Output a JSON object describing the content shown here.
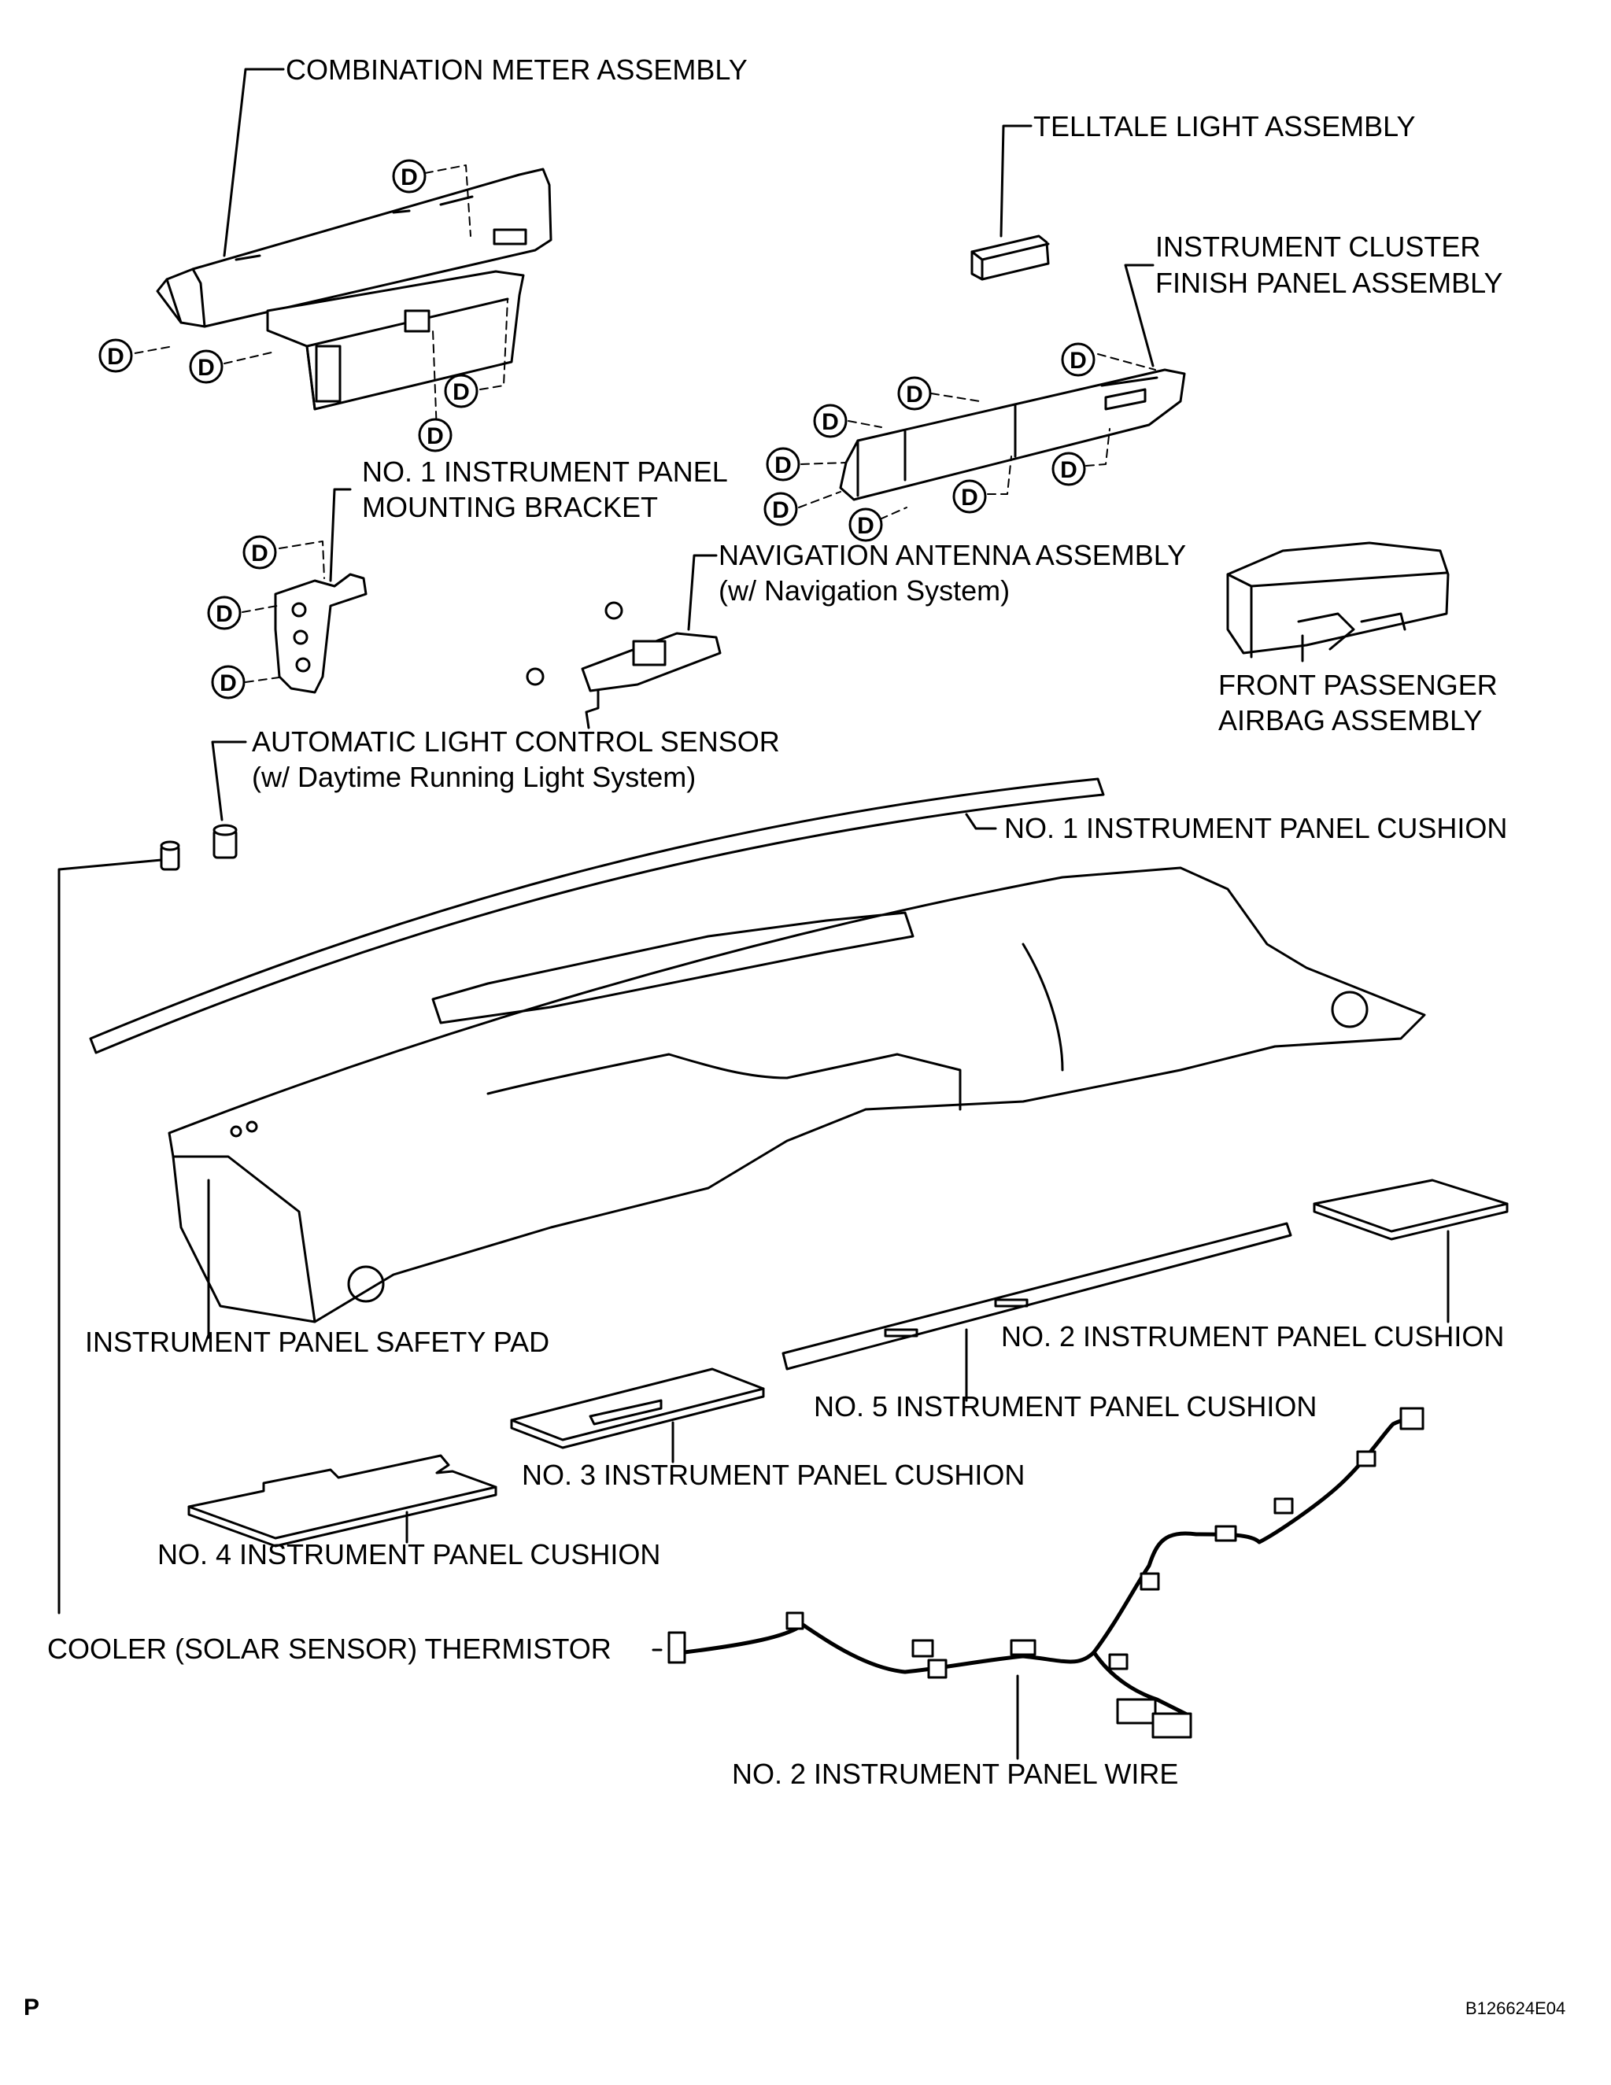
{
  "labels": {
    "combination_meter": "COMBINATION METER ASSEMBLY",
    "telltale": "TELLTALE LIGHT ASSEMBLY",
    "cluster_finish_1": "INSTRUMENT CLUSTER",
    "cluster_finish_2": "FINISH PANEL ASSEMBLY",
    "mounting_bracket_1": "NO. 1 INSTRUMENT PANEL",
    "mounting_bracket_2": "MOUNTING BRACKET",
    "nav_antenna_1": "NAVIGATION ANTENNA ASSEMBLY",
    "nav_antenna_2": "(w/ Navigation System)",
    "passenger_airbag_1": "FRONT PASSENGER",
    "passenger_airbag_2": "AIRBAG ASSEMBLY",
    "light_sensor_1": "AUTOMATIC LIGHT CONTROL SENSOR",
    "light_sensor_2": "(w/ Daytime Running Light System)",
    "cushion_1": "NO. 1 INSTRUMENT PANEL CUSHION",
    "safety_pad": "INSTRUMENT PANEL SAFETY PAD",
    "cushion_2": "NO. 2 INSTRUMENT PANEL CUSHION",
    "cushion_5": "NO. 5 INSTRUMENT PANEL CUSHION",
    "cushion_3": "NO. 3 INSTRUMENT PANEL CUSHION",
    "cushion_4": "NO. 4 INSTRUMENT PANEL CUSHION",
    "thermistor": "COOLER (SOLAR SENSOR) THERMISTOR",
    "wire": "NO. 2 INSTRUMENT PANEL WIRE"
  },
  "clip_marker": "D",
  "footer": {
    "page_code": "P",
    "figure_id": "B126624E04"
  }
}
